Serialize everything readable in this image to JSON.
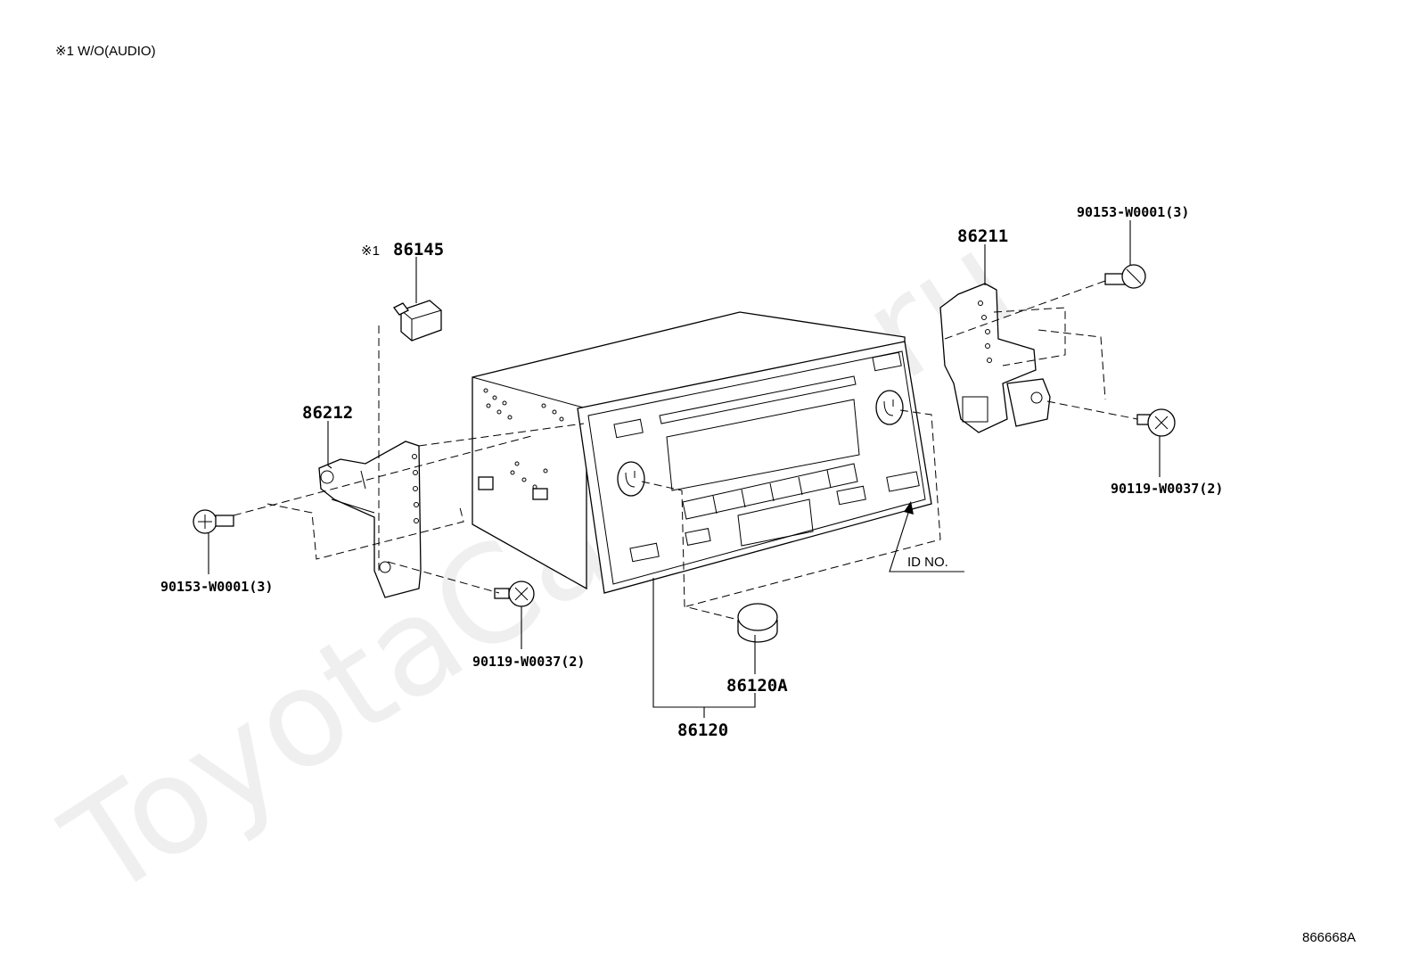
{
  "diagram": {
    "note": "※1 W/O(AUDIO)",
    "watermark": "ToyotaCarline.ru",
    "figure_code": "866668A",
    "labels": {
      "antenna_plug": "86145",
      "antenna_plug_prefix": "※1",
      "bracket_left": "86212",
      "bracket_right": "86211",
      "screw_left_top": "90153-W0001(3)",
      "screw_left_bottom": "90119-W0037(2)",
      "screw_right_top": "90153-W0001(3)",
      "screw_right_bottom": "90119-W0037(2)",
      "knob": "86120A",
      "receiver": "86120",
      "id_no": "ID NO."
    }
  }
}
